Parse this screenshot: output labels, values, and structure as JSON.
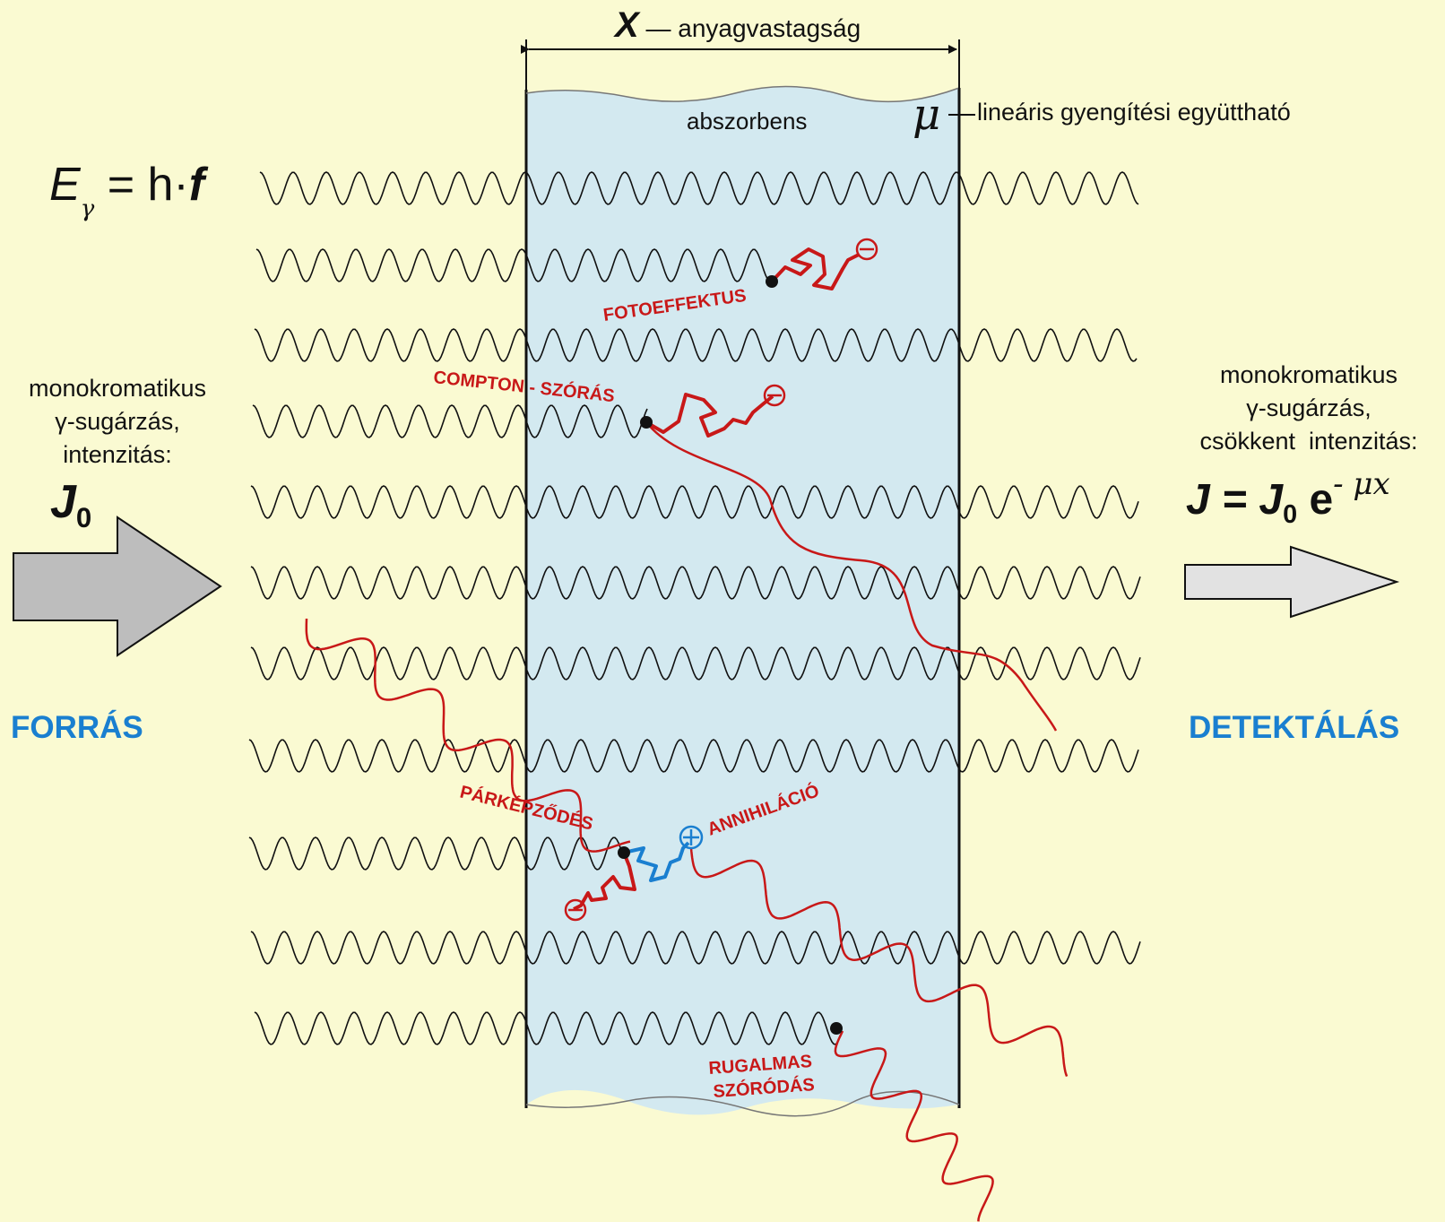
{
  "colors": {
    "background": "#fafad2",
    "absorber": "#d3e9f0",
    "photon": "#111111",
    "interaction": "#c81818",
    "positron": "#1a7fd0",
    "label_blue": "#1a7fd0",
    "arrow_gray": "#bdbdbd",
    "arrow_light": "#e2e2e2"
  },
  "thickness": {
    "symbol": "X",
    "dash": "—",
    "text": "anyagvastagság"
  },
  "absorber": {
    "label": "abszorbens",
    "mu_symbol": "μ",
    "mu_text": "lineáris gyengítési együttható"
  },
  "energy": {
    "E": "E",
    "sub": "γ",
    "eq": "= h·",
    "f": "f"
  },
  "source": {
    "line1": "monokromatikus",
    "line2": "γ-sugárzás,",
    "line3": "intenzitás:",
    "J": "J",
    "J_sub": "0",
    "label": "FORRÁS"
  },
  "detector": {
    "line1": "monokromatikus",
    "line2": "γ-sugárzás,",
    "line3": "csökkent  intenzitás:",
    "formula_lhs": "J = J",
    "formula_sub": "0",
    "formula_e": " e",
    "formula_exp": "- μx",
    "label": "DETEKTÁLÁS"
  },
  "processes": {
    "photo": "FOTOEFFEKTUS",
    "compton": "COMPTON - SZÓRÁS",
    "pair": "PÁRKÉPZŐDÉS",
    "annihilation": "ANNIHILÁCIÓ",
    "elastic_1": "RUGALMAS",
    "elastic_2": "SZÓRÓDÁS"
  }
}
